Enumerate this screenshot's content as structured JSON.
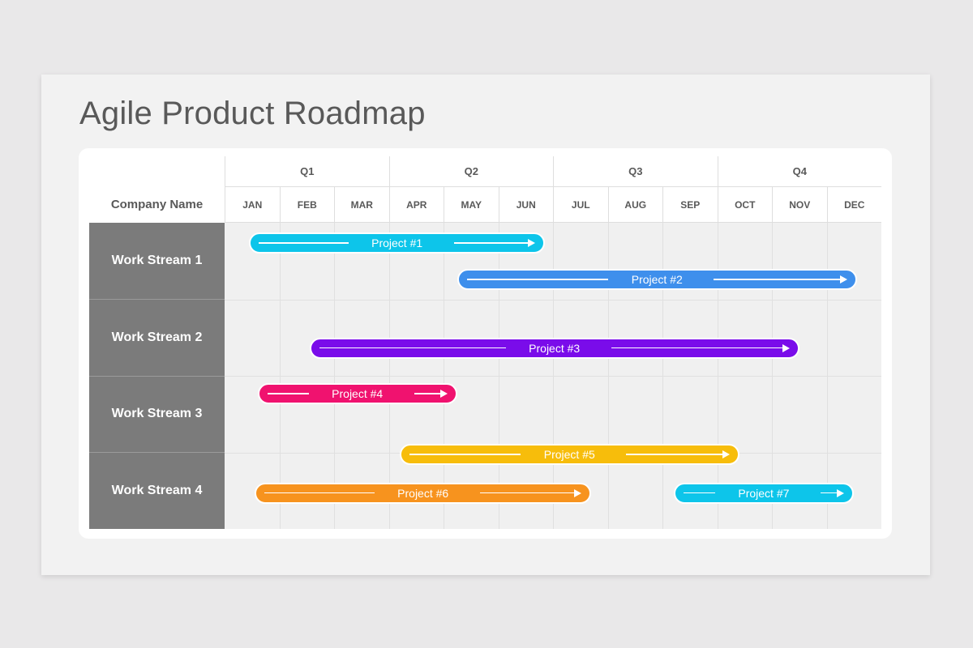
{
  "title": "Agile Product Roadmap",
  "header": {
    "company_label": "Company Name",
    "quarters": [
      "Q1",
      "Q2",
      "Q3",
      "Q4"
    ],
    "months": [
      "JAN",
      "FEB",
      "MAR",
      "APR",
      "MAY",
      "JUN",
      "JUL",
      "AUG",
      "SEP",
      "OCT",
      "NOV",
      "DEC"
    ]
  },
  "streams": [
    "Work Stream 1",
    "Work Stream 2",
    "Work Stream 3",
    "Work Stream 4"
  ],
  "projects": [
    {
      "label": "Project #1",
      "stream": 1,
      "start_month": 0.45,
      "end_month": 5.85,
      "color": "#0dc5ea"
    },
    {
      "label": "Project #2",
      "stream": 1,
      "start_month": 4.25,
      "end_month": 11.55,
      "color": "#3e8fec"
    },
    {
      "label": "Project #3",
      "stream": 2,
      "start_month": 1.55,
      "end_month": 10.5,
      "color": "#7a0cea"
    },
    {
      "label": "Project #4",
      "stream": 3,
      "start_month": 0.6,
      "end_month": 4.25,
      "color": "#f0126f"
    },
    {
      "label": "Project #5",
      "stream": 3,
      "start_month": 3.2,
      "end_month": 9.4,
      "color": "#f7bd0b"
    },
    {
      "label": "Project #6",
      "stream": 4,
      "start_month": 0.55,
      "end_month": 6.7,
      "color": "#f7931e"
    },
    {
      "label": "Project #7",
      "stream": 4,
      "start_month": 8.2,
      "end_month": 11.5,
      "color": "#0dc5ea"
    }
  ]
}
